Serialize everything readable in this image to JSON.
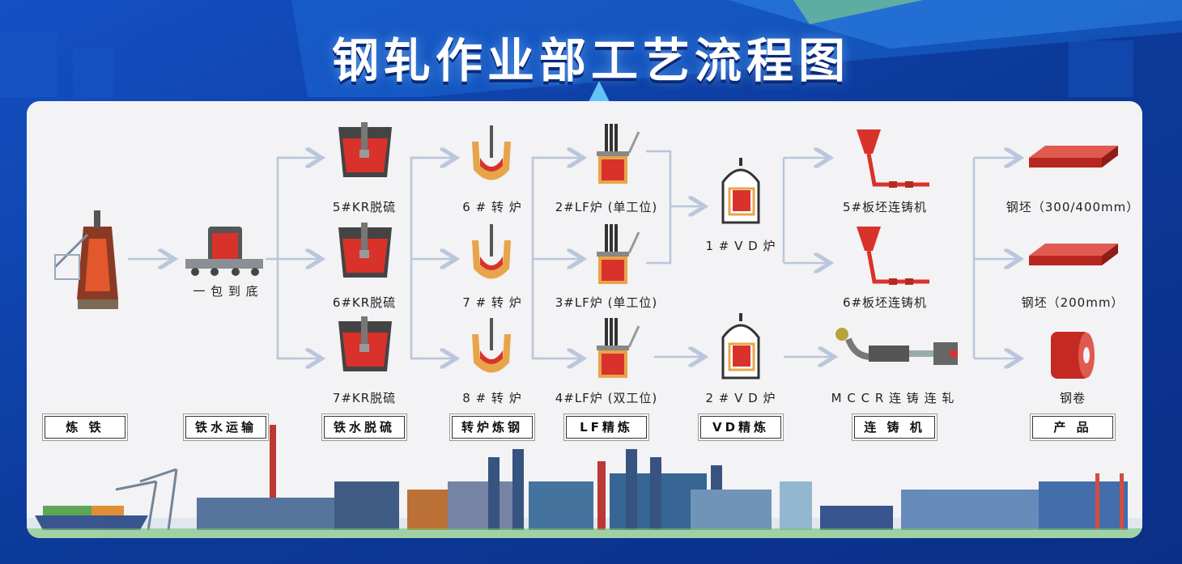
{
  "title": "钢轧作业部工艺流程图",
  "colors": {
    "background": "#0d3a9e",
    "panel": "#f3f2f4",
    "steel_red": "#d8322b",
    "arrow": "#b9c6dc"
  },
  "stages": [
    {
      "label": "炼 铁"
    },
    {
      "label": "铁水运输"
    },
    {
      "label": "铁水脱硫"
    },
    {
      "label": "转炉炼钢"
    },
    {
      "label": "LF精炼"
    },
    {
      "label": "VD精炼"
    },
    {
      "label": "连 铸 机"
    },
    {
      "label": "产 品"
    }
  ],
  "nodes": {
    "transport": "一 包 到 底",
    "kr5": "5#KR脱硫",
    "kr6": "6#KR脱硫",
    "kr7": "7#KR脱硫",
    "bof6": "6 # 转 炉",
    "bof7": "7 # 转 炉",
    "bof8": "8 # 转 炉",
    "lf2": "2#LF炉 (单工位)",
    "lf3": "3#LF炉 (单工位)",
    "lf4": "4#LF炉 (双工位)",
    "vd1": "1 # V D 炉",
    "vd2": "2 # V D 炉",
    "cc5": "5#板坯连铸机",
    "cc6": "6#板坯连铸机",
    "mccr": "M C C R 连 铸 连 轧",
    "p1": "钢坯（300/400mm）",
    "p2": "钢坯（200mm）",
    "p3": "钢卷"
  },
  "icons": [
    "blast-furnace-icon",
    "ladle-car-icon",
    "kr-ladle-icon",
    "converter-icon",
    "lf-furnace-icon",
    "vd-furnace-icon",
    "caster-icon",
    "mccr-line-icon",
    "slab-icon",
    "coil-icon"
  ]
}
